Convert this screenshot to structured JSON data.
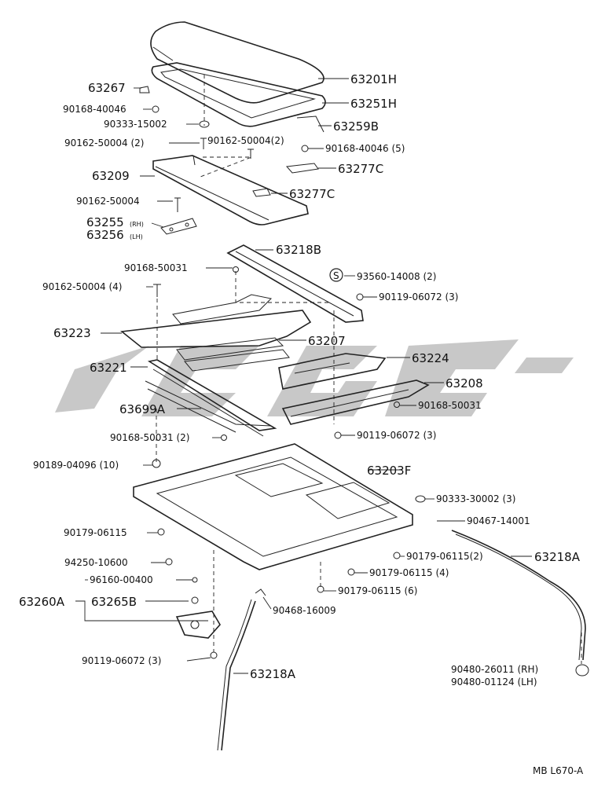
{
  "diagram_code": "MB L670-A",
  "watermark": {
    "color": "#c8c8c8"
  },
  "labels": {
    "p63201H": "63201H",
    "p63251H": "63251H",
    "p63259B": "63259B",
    "p63267": "63267",
    "p90168_40046a": "90168-40046",
    "p90333_15002": "90333-15002",
    "p90162_50004_2a": "90162-50004 (2)",
    "p90162_50004_2b": "90162-50004(2)",
    "p90168_40046_5": "90168-40046 (5)",
    "p63209": "63209",
    "p63277C_a": "63277C",
    "p63277C_b": "63277C",
    "p90162_50004": "90162-50004",
    "p63255": "63255",
    "p63255_rh": "(RH)",
    "p63256": "63256",
    "p63256_lh": "(LH)",
    "p63218B": "63218B",
    "p90168_50031a": "90168-50031",
    "p93560_14008": "93560-14008 (2)",
    "p93560_symbol": "S",
    "p90162_50004_4": "90162-50004 (4)",
    "p90119_06072a": "90119-06072 (3)",
    "p63223": "63223",
    "p63207": "63207",
    "p63221": "63221",
    "p63224": "63224",
    "p63208": "63208",
    "p63699A": "63699A",
    "p90168_50031b": "90168-50031",
    "p90168_50031_2": "90168-50031 (2)",
    "p90119_06072b": "90119-06072 (3)",
    "p90189_04096": "90189-04096 (10)",
    "p63203F": "63203F",
    "p90333_30002": "90333-30002 (3)",
    "p90467_14001": "90467-14001",
    "p90179_06115a": "90179-06115",
    "p63218A_a": "63218A",
    "p90179_06115_2": "90179-06115(2)",
    "p94250_10600": "94250-10600",
    "p90179_06115_4": "90179-06115 (4)",
    "p96160_00400": "96160-00400",
    "p63260A": "63260A",
    "p63265B": "63265B",
    "p90179_06115_6": "90179-06115 (6)",
    "p90468_16009": "90468-16009",
    "p90119_06072c": "90119-06072 (3)",
    "p63218A_b": "63218A",
    "p90480_26011": "90480-26011 (RH)",
    "p90480_01124": "90480-01124 (LH)"
  }
}
